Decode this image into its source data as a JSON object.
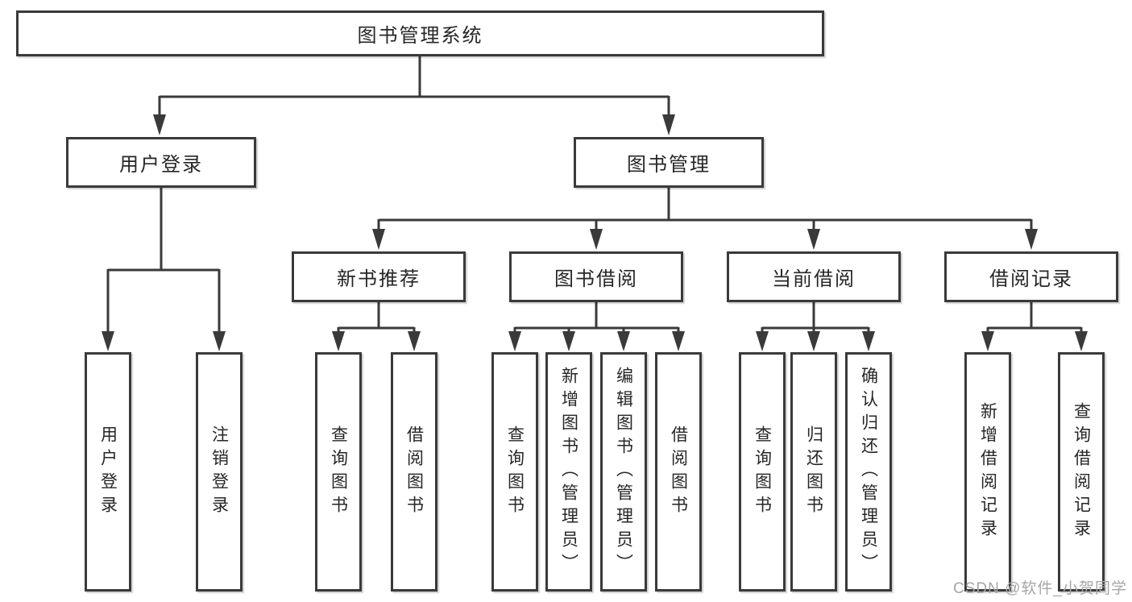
{
  "colors": {
    "line": "#3a3a3a",
    "text": "#262626",
    "box_background": "#ffffff",
    "watermark_text": "#a6a6a6"
  },
  "nodes": {
    "root": {
      "label": "图书管理系统"
    },
    "level2": {
      "user_login": {
        "label": "用户登录"
      },
      "book_management": {
        "label": "图书管理"
      }
    },
    "level3": {
      "new_book_recommend": {
        "label": "新书推荐"
      },
      "book_borrowing": {
        "label": "图书借阅"
      },
      "current_borrowing": {
        "label": "当前借阅"
      },
      "borrowing_records": {
        "label": "借阅记录"
      }
    },
    "leaves": {
      "user_login": {
        "label": "用户登录"
      },
      "logout": {
        "label": "注销登录"
      },
      "query_books_recommend": {
        "label": "查询图书"
      },
      "borrow_books_recommend": {
        "label": "借阅图书"
      },
      "query_books_borrowing": {
        "label": "查询图书"
      },
      "add_books_admin": {
        "label": "新增图书（管理员）"
      },
      "edit_books_admin": {
        "label": "编辑图书（管理员）"
      },
      "borrow_books_borrowing": {
        "label": "借阅图书"
      },
      "query_books_current": {
        "label": "查询图书"
      },
      "return_books": {
        "label": "归还图书"
      },
      "confirm_return_admin": {
        "label": "确认归还（管理员）"
      },
      "add_borrow_record": {
        "label": "新增借阅记录"
      },
      "query_borrow_record": {
        "label": "查询借阅记录"
      }
    }
  },
  "watermark": {
    "text": "CSDN @软件_小贺同学"
  }
}
